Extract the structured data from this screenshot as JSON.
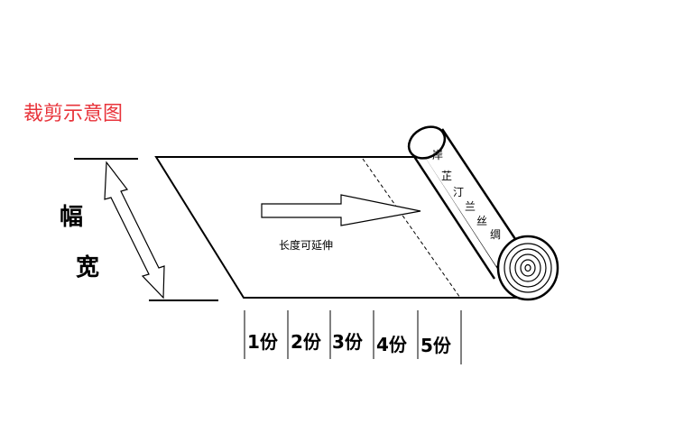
{
  "title": "裁剪示意图",
  "width_label": [
    "幅",
    "宽"
  ],
  "length_label": "长度可延伸",
  "brand_chars": [
    "岸",
    "芷",
    "汀",
    "兰",
    "丝",
    "绸"
  ],
  "segments": [
    "1份",
    "2份",
    "3份",
    "4份",
    "5份"
  ],
  "colors": {
    "title": "#e8333a",
    "line": "#000000",
    "fill": "#ffffff"
  }
}
